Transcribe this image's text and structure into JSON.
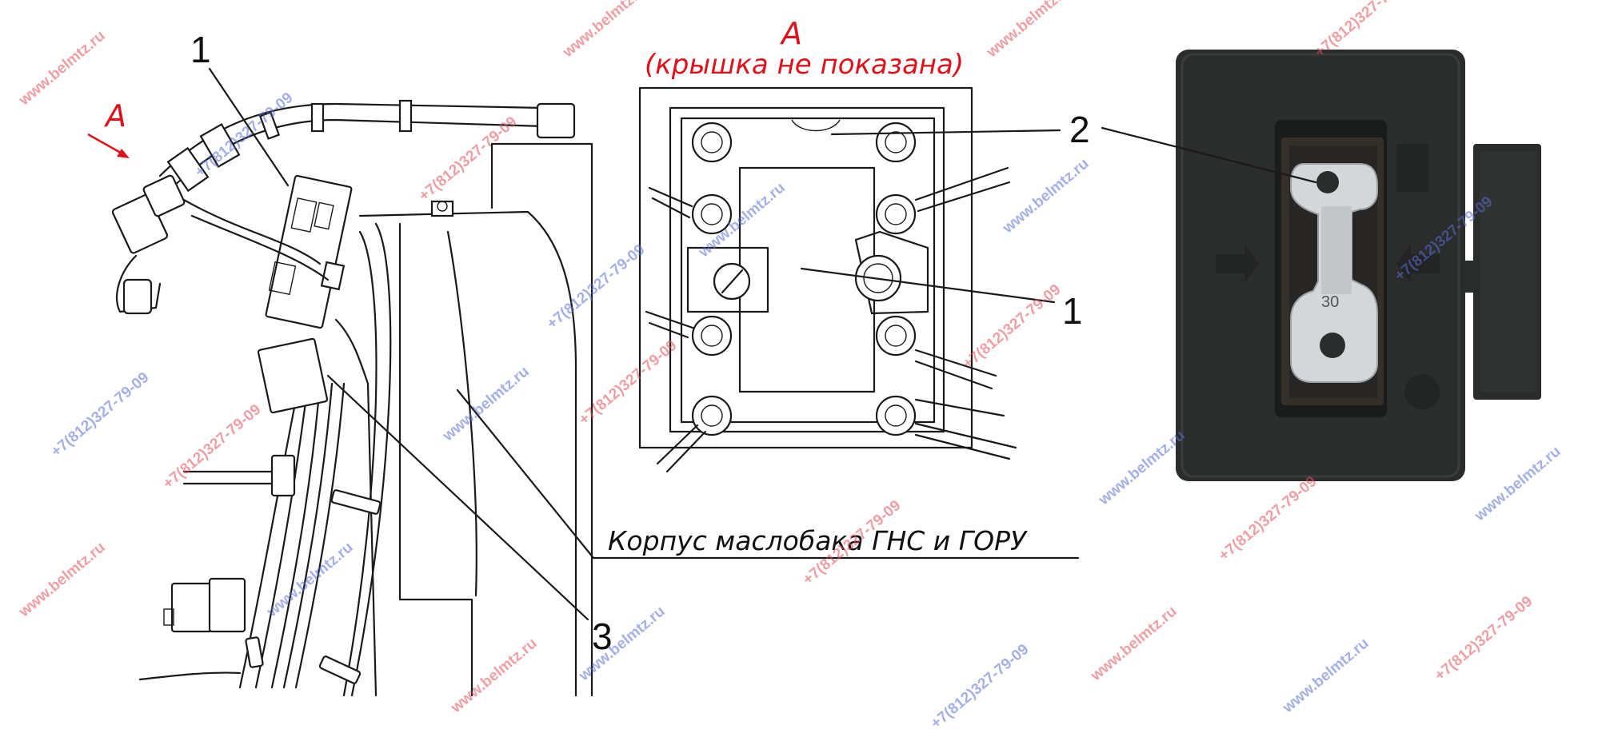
{
  "labels": {
    "view_letter": "А",
    "view_note": "(крышка не показана)",
    "arrow_letter": "А",
    "callout_1_left": "1",
    "callout_3": "3",
    "callout_2": "2",
    "callout_1_center": "1",
    "housing_caption": "Корпус маслобака ГНС и ГОРУ"
  },
  "fuse": {
    "rating": "30"
  },
  "watermark": {
    "site": "www.belmtz.ru",
    "phone": "+7(812)327-79-09"
  },
  "colors": {
    "label_red": "#e0101a",
    "watermark_red": "#e2505a",
    "watermark_blue": "#5a6fd6",
    "fuse_box": "#2b2d2c"
  }
}
